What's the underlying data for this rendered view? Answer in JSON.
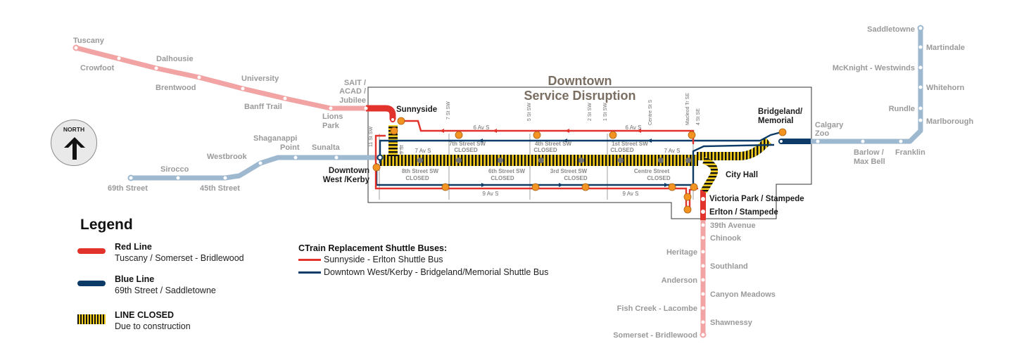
{
  "title": {
    "line1": "Downtown",
    "line2": "Service Disruption"
  },
  "compass": {
    "label": "NORTH",
    "icon": "north-arrow-icon"
  },
  "colors": {
    "red_line": "#e1332c",
    "red_line_faded": "#f2a3a3",
    "blue_line": "#0b3b66",
    "blue_line_faded": "#9db8cf",
    "closed_stripe_dark": "#111111",
    "closed_stripe_yellow": "#f2cc1c",
    "shuttle_stop": "#f39321",
    "shuttle_red": "#e1332c",
    "shuttle_blue": "#0b3b66"
  },
  "stations": {
    "tuscany": "Tuscany",
    "crowfoot": "Crowfoot",
    "dalhousie": "Dalhousie",
    "brentwood": "Brentwood",
    "university": "University",
    "banff_trail": "Banff Trail",
    "lions_park": "Lions Park",
    "sait": "SAIT / ACAD / Jubilee",
    "sunnyside": "Sunnyside",
    "sixty_ninth": "69th Street",
    "sirocco": "Sirocco",
    "forty_fifth": "45th Street",
    "westbrook": "Westbrook",
    "shaganappi": "Shaganappi Point",
    "sunalta": "Sunalta",
    "downtown_west": "Downtown West / Kerby",
    "eighth_st": "8th Street SW",
    "seventh_st": "7th Street SW",
    "sixth_st": "6th Street SW",
    "fourth_st": "4th Street SW",
    "third_st": "3rd Street SW",
    "first_st": "1st Street SW",
    "centre_st": "Centre Street",
    "city_hall": "City Hall",
    "bridgeland": "Bridgeland/ Memorial",
    "calgary_zoo": "Calgary Zoo",
    "barlow": "Barlow / Max Bell",
    "franklin": "Franklin",
    "marlborough": "Marlborough",
    "rundle": "Rundle",
    "whitehorn": "Whitehorn",
    "mcknight": "McKnight - Westwinds",
    "martindale": "Martindale",
    "saddletowne": "Saddletowne",
    "victoria_park": "Victoria Park / Stampede",
    "erlton": "Erlton / Stampede",
    "thirty_ninth": "39th Avenue",
    "chinook": "Chinook",
    "heritage": "Heritage",
    "southland": "Southland",
    "anderson": "Anderson",
    "canyon_meadows": "Canyon Meadows",
    "fish_creek": "Fish Creek - Lacombe",
    "shawnessy": "Shawnessy",
    "somerset": "Somerset - Bridlewood"
  },
  "closed_label": "CLOSED",
  "streets": {
    "av6": "6 Av S",
    "av7": "7 Av S",
    "av9": "9 Av S",
    "st11": "11 St SW",
    "st9": "9 St",
    "st7": "7 St SW",
    "st5": "5 St SW",
    "st2": "2 St SW",
    "st1": "1 St SW",
    "centre": "Centre St S",
    "macleod": "Macleod Tr SE",
    "st4se": "4 St SE"
  },
  "legend": {
    "title": "Legend",
    "red": {
      "title": "Red Line",
      "sub": "Tuscany / Somerset - Bridlewood"
    },
    "blue": {
      "title": "Blue Line",
      "sub": "69th Street / Saddletowne"
    },
    "closed": {
      "title": "LINE CLOSED",
      "sub": "Due to construction"
    },
    "shuttle": {
      "heading": "CTrain Replacement Shuttle Buses:",
      "red": "Sunnyside - Erlton Shuttle Bus",
      "blue": "Downtown West/Kerby - Bridgeland/Memorial Shuttle Bus"
    }
  }
}
